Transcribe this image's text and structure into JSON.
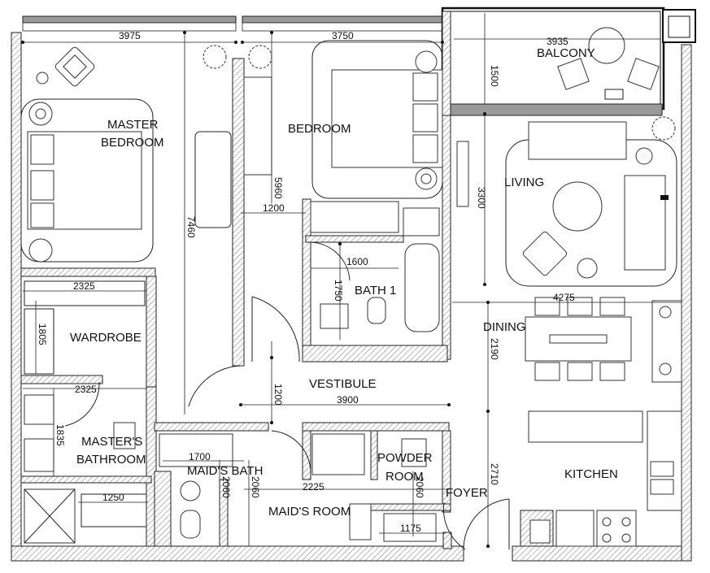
{
  "rooms": {
    "balcony": "BALCONY",
    "master_bedroom_line1": "MASTER",
    "master_bedroom_line2": "BEDROOM",
    "bedroom": "BEDROOM",
    "living": "LIVING",
    "bath1": "BATH 1",
    "wardrobe": "WARDROBE",
    "dining": "DINING",
    "vestibule": "VESTIBULE",
    "masters_bath_line1": "MASTER'S",
    "masters_bath_line2": "BATHROOM",
    "maids_bath": "MAID'S BATH",
    "powder_line1": "POWDER",
    "powder_line2": "ROOM",
    "foyer": "FOYER",
    "kitchen": "KITCHEN",
    "maids_room": "MAID'S ROOM"
  },
  "dimensions": {
    "d3975": "3975",
    "d3750": "3750",
    "d3935": "3935",
    "d1500": "1500",
    "d5960": "5960",
    "d7460": "7460",
    "d1200a": "1200",
    "d3300": "3300",
    "d1600": "1600",
    "d1750": "1750",
    "d2325a": "2325",
    "d1805": "1805",
    "d4275": "4275",
    "d2190": "2190",
    "d1200b": "1200",
    "d3900": "3900",
    "d2325b": "2325",
    "d1835": "1835",
    "d1700": "1700",
    "d2060a": "2060",
    "d2060b": "2060",
    "d2225": "2225",
    "d2060c": "2060",
    "d2710": "2710",
    "d1250": "1250",
    "d1175": "1175"
  },
  "colors": {
    "ink": "#222222",
    "hatch": "#777777",
    "glass": "#9a9a9a"
  }
}
